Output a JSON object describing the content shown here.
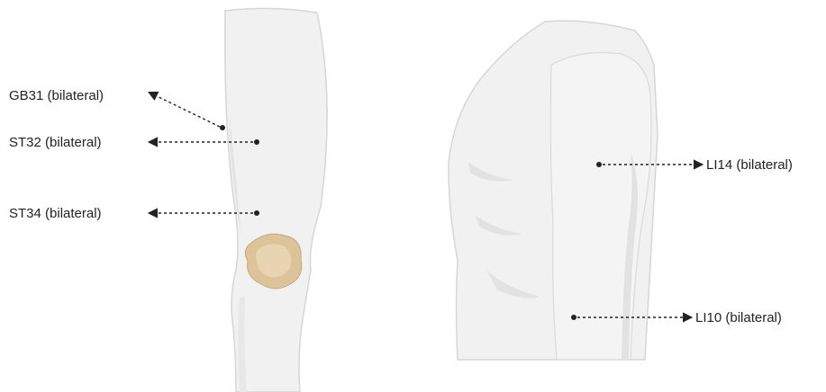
{
  "colors": {
    "background": "#ffffff",
    "skin_fill": "#f1f1f1",
    "skin_shadow": "#e3e3e3",
    "skin_outline": "#d6d6d6",
    "kneecap_fill": "#dcc39a",
    "kneecap_inner": "#e8d4b0",
    "kneecap_edge": "#c6a87a",
    "marker": "#222222",
    "label_text": "#222222"
  },
  "leg_diagram": {
    "labels": {
      "gb31": "GB31 (bilateral)",
      "st32": "ST32 (bilateral)",
      "st34": "ST34 (bilateral)"
    }
  },
  "arm_diagram": {
    "labels": {
      "li14": "LI14 (bilateral)",
      "li10": "LI10 (bilateral)"
    }
  }
}
